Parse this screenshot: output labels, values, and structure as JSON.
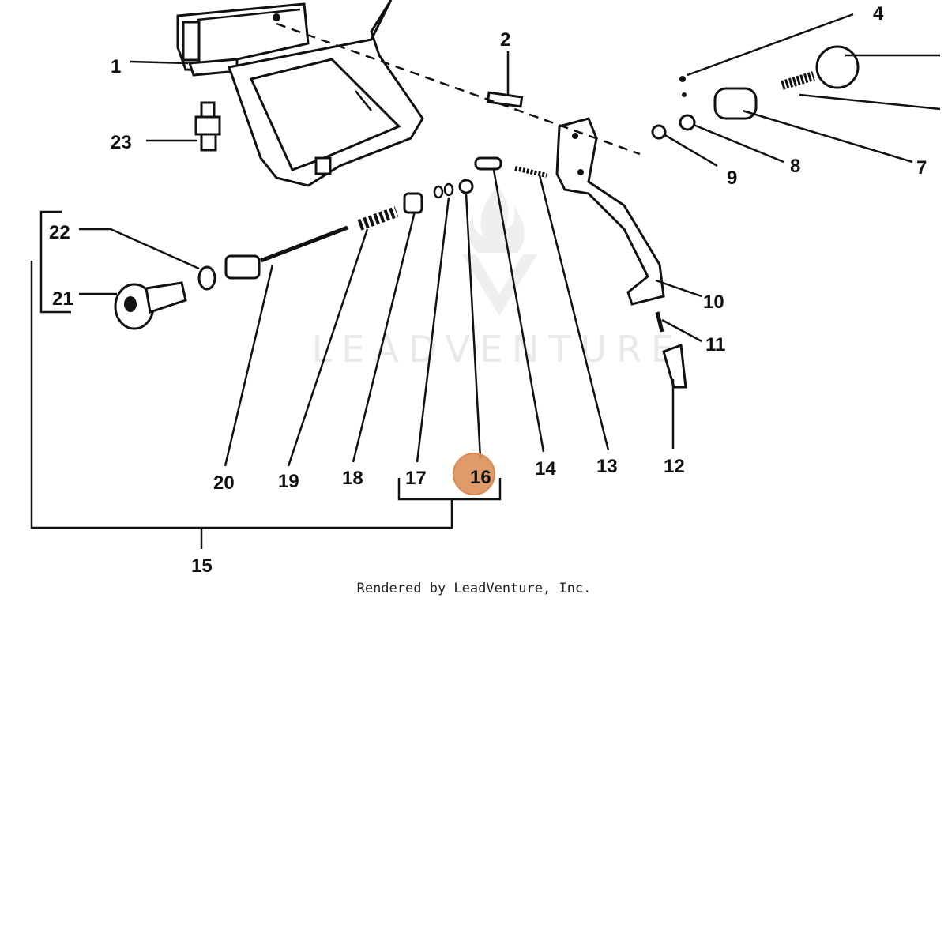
{
  "watermark": {
    "text": "LEADVENTURE"
  },
  "credit": "Rendered by LeadVenture, Inc.",
  "callouts": [
    {
      "id": "1",
      "label": "1"
    },
    {
      "id": "2",
      "label": "2"
    },
    {
      "id": "4",
      "label": "4"
    },
    {
      "id": "7",
      "label": "7"
    },
    {
      "id": "8",
      "label": "8"
    },
    {
      "id": "9",
      "label": "9"
    },
    {
      "id": "10",
      "label": "10"
    },
    {
      "id": "11",
      "label": "11"
    },
    {
      "id": "12",
      "label": "12"
    },
    {
      "id": "13",
      "label": "13"
    },
    {
      "id": "14",
      "label": "14"
    },
    {
      "id": "15",
      "label": "15"
    },
    {
      "id": "16",
      "label": "16"
    },
    {
      "id": "17",
      "label": "17"
    },
    {
      "id": "18",
      "label": "18"
    },
    {
      "id": "19",
      "label": "19"
    },
    {
      "id": "20",
      "label": "20"
    },
    {
      "id": "21",
      "label": "21"
    },
    {
      "id": "22",
      "label": "22"
    },
    {
      "id": "23",
      "label": "23"
    }
  ],
  "highlight": {
    "callout": "16",
    "color": "#d9894f"
  }
}
